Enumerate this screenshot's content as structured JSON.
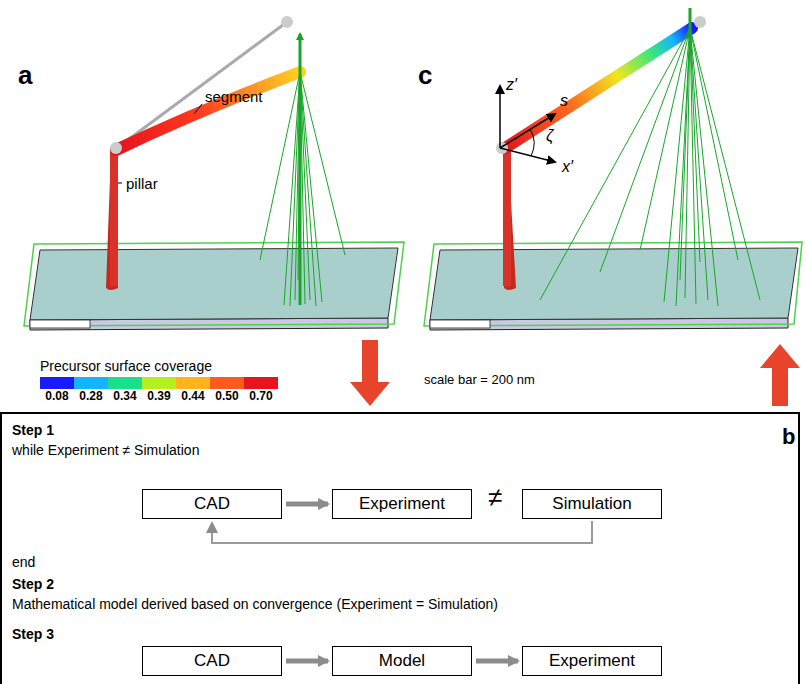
{
  "diagram": {
    "nodes": [
      {
        "text": [
          "b",
          "Step 1",
          "while Experiment ≠ Simulation",
          "end",
          "Step 2",
          "Mathematical model derived  based on convergence (Experiment = Simulation)",
          "Step 3"
        ]
      },
      {
        "text": [
          "CAD"
        ],
        "in": 0
      },
      {
        "text": [
          "Experiment"
        ],
        "in": 0
      },
      {
        "text": [
          "Simulation"
        ],
        "in": 0
      },
      {
        "text": [
          "CAD"
        ],
        "in": 0
      },
      {
        "text": [
          "Model"
        ],
        "in": 0
      },
      {
        "text": [
          "Experiment"
        ],
        "in": 0
      }
    ],
    "edges": [
      {
        "from": 1,
        "to": 2,
        "arrow": "to"
      },
      {
        "from": 3,
        "to": 1,
        "arrow": "to"
      },
      {
        "from": 4,
        "to": 5,
        "arrow": "to"
      },
      {
        "from": 5,
        "to": 6,
        "arrow": "to"
      }
    ],
    "labels": [
      "a",
      "segment",
      "pillar",
      "Precursor surface coverage",
      "c",
      "z′",
      "s",
      "ζ",
      "x′",
      "scale bar = 200 nm",
      "≠"
    ],
    "legend": [
      {
        "text": "0.08",
        "color": "#1a1aff"
      },
      {
        "text": "0.28",
        "color": "#14b4ff"
      },
      {
        "text": "0.34",
        "color": "#19e08c"
      },
      {
        "text": "0.39",
        "color": "#b4f01e"
      },
      {
        "text": "0.44",
        "color": "#ffb41e"
      },
      {
        "text": "0.50",
        "color": "#ff5a1e"
      },
      {
        "text": "0.70",
        "color": "#e6141e"
      }
    ]
  }
}
